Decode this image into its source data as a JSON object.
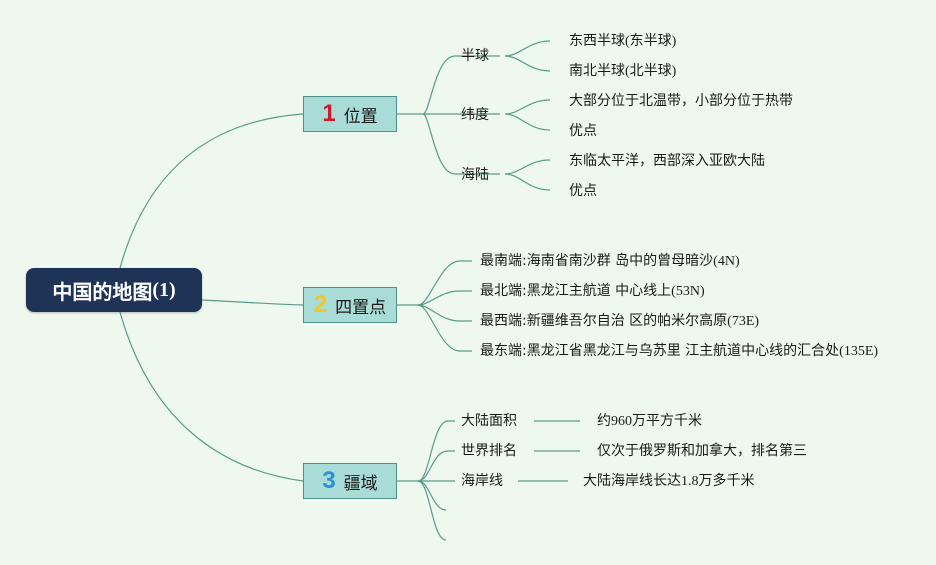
{
  "root": {
    "title": "中国的地图",
    "suffix": "(1)"
  },
  "branches": [
    {
      "number": "1",
      "number_color": "#d0192a",
      "label": "位置",
      "children": [
        {
          "label": "半球",
          "items": [
            "东西半球(东半球)",
            "南北半球(北半球)"
          ]
        },
        {
          "label": "纬度",
          "items": [
            "大部分位于北温带，小部分位于热带",
            "优点"
          ]
        },
        {
          "label": "海陆",
          "items": [
            "东临太平洋，西部深入亚欧大陆",
            "优点"
          ]
        }
      ]
    },
    {
      "number": "2",
      "number_color": "#f2c81c",
      "label": "四置点",
      "items": [
        "最南端:海南省南沙群 岛中的曾母暗沙(4N)",
        "最北端:黑龙江主航道 中心线上(53N)",
        "最西端:新疆维吾尔自治 区的帕米尔高原(73E)",
        "最东端:黑龙江省黑龙江与乌苏里 江主航道中心线的汇合处(135E)"
      ]
    },
    {
      "number": "3",
      "number_color": "#2a8fd6",
      "label": "疆域",
      "children": [
        {
          "label": "大陆面积",
          "value": "约960万平方千米"
        },
        {
          "label": "世界排名",
          "value": "仅次于俄罗斯和加拿大，排名第三"
        },
        {
          "label": "海岸线",
          "value": "大陆海岸线长达1.8万多千米"
        },
        {
          "label": "",
          "value": ""
        },
        {
          "label": "",
          "value": ""
        }
      ]
    }
  ],
  "colors": {
    "line": "#5a9b8c",
    "root_bg": "#1f3357",
    "branch_bg": "#a9dcd6",
    "background": "#eef8ee"
  }
}
